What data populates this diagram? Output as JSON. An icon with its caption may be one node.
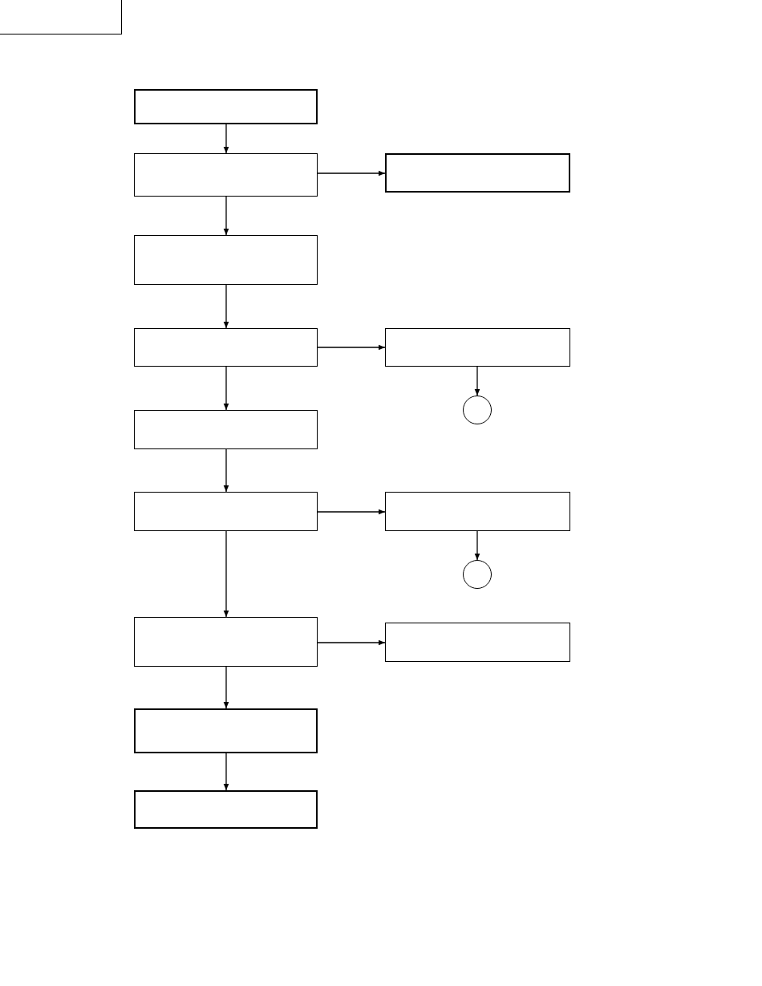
{
  "diagram": {
    "nodes": [
      {
        "text": [],
        "shape": "box"
      },
      {
        "text": [],
        "shape": "box"
      },
      {
        "text": [],
        "shape": "box"
      },
      {
        "text": [],
        "shape": "box"
      },
      {
        "text": [],
        "shape": "box"
      },
      {
        "text": [],
        "shape": "box"
      },
      {
        "text": [],
        "shape": "circle"
      },
      {
        "text": [],
        "shape": "box"
      },
      {
        "text": [],
        "shape": "box"
      },
      {
        "text": [],
        "shape": "box"
      },
      {
        "text": [],
        "shape": "circle"
      },
      {
        "text": [],
        "shape": "box"
      },
      {
        "text": [],
        "shape": "box"
      },
      {
        "text": [],
        "shape": "box"
      },
      {
        "text": [],
        "shape": "box"
      }
    ],
    "edges": [
      {
        "from": 0,
        "to": 1,
        "arrow": "to"
      },
      {
        "from": 1,
        "to": 2,
        "arrow": "to"
      },
      {
        "from": 1,
        "to": 3,
        "arrow": "to"
      },
      {
        "from": 3,
        "to": 4,
        "arrow": "to"
      },
      {
        "from": 4,
        "to": 5,
        "arrow": "to"
      },
      {
        "from": 5,
        "to": 6,
        "arrow": "to"
      },
      {
        "from": 4,
        "to": 7,
        "arrow": "to"
      },
      {
        "from": 7,
        "to": 8,
        "arrow": "to"
      },
      {
        "from": 8,
        "to": 9,
        "arrow": "to"
      },
      {
        "from": 9,
        "to": 10,
        "arrow": "to"
      },
      {
        "from": 8,
        "to": 11,
        "arrow": "to"
      },
      {
        "from": 11,
        "to": 12,
        "arrow": "to"
      },
      {
        "from": 11,
        "to": 13,
        "arrow": "to"
      },
      {
        "from": 13,
        "to": 14,
        "arrow": "to"
      }
    ]
  }
}
